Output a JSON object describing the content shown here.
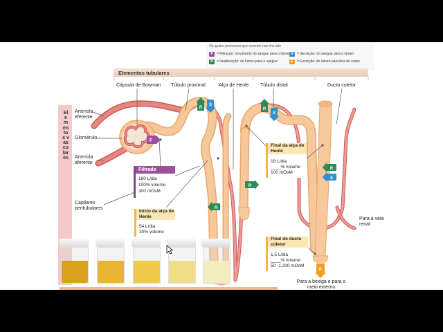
{
  "legend": {
    "title": "Os quatro processos que ocorrem nos rins são",
    "items": [
      {
        "letter": "F",
        "text": "= Filtração: movimento do sangue para o lúmen",
        "color": "#9b4f9e"
      },
      {
        "letter": "S",
        "text": "= Secreção: do sangue para o lúmen",
        "color": "#2f8fd0"
      },
      {
        "letter": "R",
        "text": "= Reabsorção: do lúmen para o sangue",
        "color": "#2e8b57"
      },
      {
        "letter": "E",
        "text": "= Excreção: do lúmen para fora do corpo",
        "color": "#f0a020"
      }
    ]
  },
  "header": {
    "title": "Elementos tubulares",
    "columns": [
      "Cápsula de Bowman",
      "Túbulo proximal",
      "Alça de Henle",
      "Túbulo distal",
      "Ducto coletor"
    ]
  },
  "vascular": {
    "side_title": "Elementos vasculares",
    "labels": [
      "Arteríola eferente",
      "Glomérulo",
      "Arteríola aferente",
      "Capilares peritubulares"
    ]
  },
  "boxes": {
    "filtrado": {
      "title": "Filtrado",
      "lines": [
        "180 L/dia",
        "100% volume",
        "300 mOsM"
      ]
    },
    "inicio_alca": {
      "title": "Início da alça de Henle",
      "lines": [
        "54 L/dia",
        "30% volume"
      ]
    },
    "final_alca": {
      "title": "Final da alça de Henle",
      "lines": [
        "18 L/dia",
        "____% volume",
        "100 mOsM"
      ]
    },
    "final_ducto": {
      "title": "Final do ducto coletor",
      "lines": [
        "1,5 L/dia",
        "____% volume",
        "50 -1.200 mOsM"
      ]
    }
  },
  "markers": {
    "filtration": "F",
    "reabsorption": "R",
    "secretion": "S",
    "excretion": "E"
  },
  "outputs": {
    "renal_vein": "Para a veia renal",
    "bladder": "Para a bexiga e para o meio externo"
  },
  "colors": {
    "tubule": "#f6c89a",
    "tubule_dark": "#e9a66a",
    "vessel": "#e88680",
    "vessel_dark": "#c85a5a",
    "reabsorption": "#2e8b57",
    "secretion": "#2f8fd0",
    "filtration": "#9b4f9e",
    "excretion": "#f0a020"
  },
  "samples": {
    "colors": [
      "#d9a21c",
      "#e8b530",
      "#efc94a",
      "#f0dd8a",
      "#f3eebd"
    ]
  }
}
